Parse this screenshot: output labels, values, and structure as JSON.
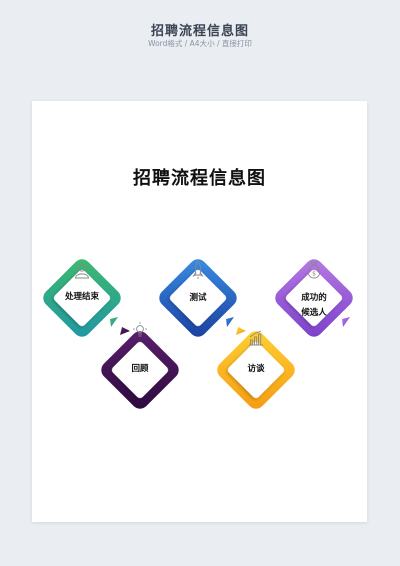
{
  "header": {
    "title": "招聘流程信息图",
    "subtitle": "Word格式 / A4大小 / 直接打印"
  },
  "document": {
    "title": "招聘流程信息图"
  },
  "steps": [
    {
      "label": "处理结束",
      "icon": "person-icon",
      "colors": [
        "#3fba6c",
        "#1f97a6"
      ]
    },
    {
      "label": "回顾",
      "icon": "lightbulb-icon",
      "colors": [
        "#5b1f6e",
        "#2c0a3d"
      ]
    },
    {
      "label": "测试",
      "icon": "rocket-icon",
      "colors": [
        "#3a8ee6",
        "#1b3f9e"
      ]
    },
    {
      "label": "访谈",
      "icon": "bar-chart-icon",
      "colors": [
        "#ffd233",
        "#f59a12"
      ]
    },
    {
      "label": "成功的\n候选人",
      "line1": "成功的",
      "line2": "候选人",
      "icon": "money-bag-icon",
      "colors": [
        "#b77be6",
        "#7a3fc9"
      ]
    }
  ]
}
